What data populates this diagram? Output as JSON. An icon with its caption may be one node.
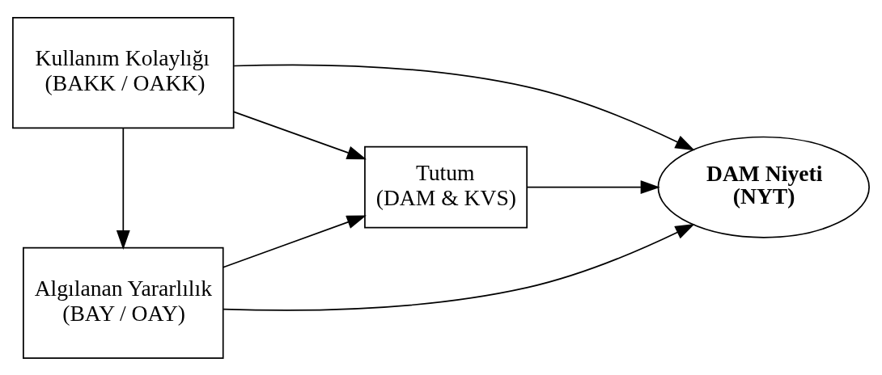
{
  "diagram": {
    "nodes": [
      {
        "text": [
          "Algılanan Yararlılık",
          "(BAY / OAY)"
        ]
      },
      {
        "text": [
          "Tutum",
          "(DAM & KVS)"
        ]
      },
      {
        "text": [
          "DAM Niyeti",
          "(NYT)"
        ]
      },
      {
        "text": [
          "Kullanım Kolaylığı",
          "(BAKK / OAKK)"
        ]
      }
    ],
    "edges": [
      {
        "from": 0,
        "to": 2,
        "arrow": "to"
      },
      {
        "from": 0,
        "to": 1,
        "arrow": "to"
      },
      {
        "from": 1,
        "to": 2,
        "arrow": "to"
      },
      {
        "from": 3,
        "to": 0,
        "arrow": "to"
      },
      {
        "from": 3,
        "to": 1,
        "arrow": "to"
      },
      {
        "from": 3,
        "to": 2,
        "arrow": "to"
      }
    ]
  }
}
